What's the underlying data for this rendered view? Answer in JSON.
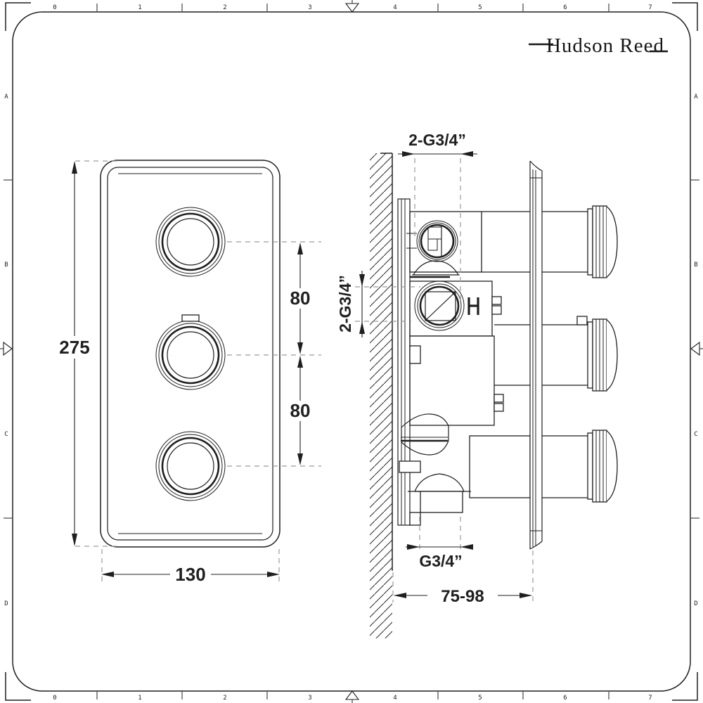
{
  "sheet": {
    "logo": "Hudson Reed",
    "ruler": {
      "h_labels": [
        "0",
        "1",
        "2",
        "3",
        "4",
        "5",
        "6",
        "7"
      ],
      "v_labels": [
        "A",
        "B",
        "C",
        "D"
      ]
    },
    "line_color": "#1f1f1f",
    "dash_color": "#9a9a9a",
    "background": "#ffffff"
  },
  "front_view": {
    "height_dim": "275",
    "width_dim": "130",
    "knob_spacing_dims": [
      "80",
      "80"
    ]
  },
  "side_view": {
    "top_ports_dim": "2-G3/4”",
    "side_ports_dim": "2-G3/4”",
    "outlet_dim": "G3/4”",
    "depth_dim": "75-98"
  }
}
